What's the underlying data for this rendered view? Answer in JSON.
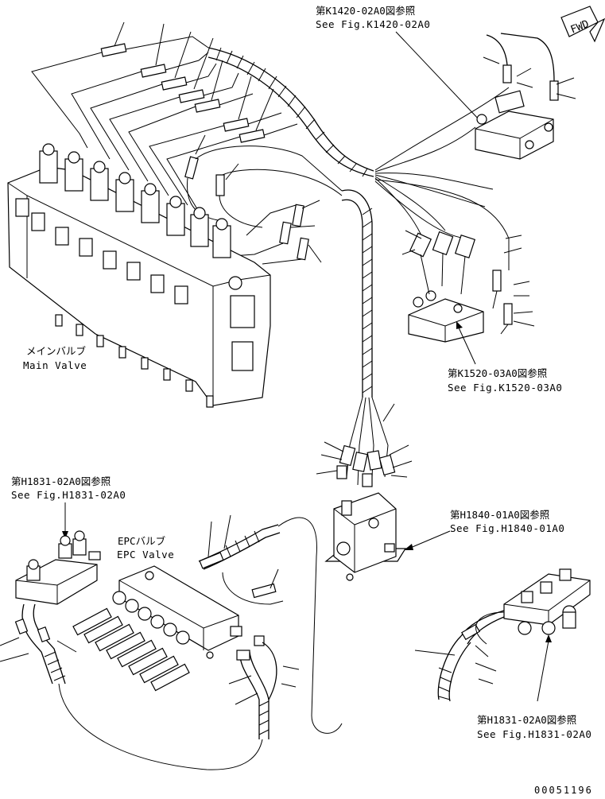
{
  "labels": {
    "ref_k1420": {
      "jp": "第K1420-02A0図参照",
      "en": "See Fig.K1420-02A0"
    },
    "ref_k1520": {
      "jp": "第K1520-03A0図参照",
      "en": "See Fig.K1520-03A0"
    },
    "ref_h1831_left": {
      "jp": "第H1831-02A0図参照",
      "en": "See Fig.H1831-02A0"
    },
    "ref_h1840": {
      "jp": "第H1840-01A0図参照",
      "en": "See Fig.H1840-01A0"
    },
    "ref_h1831_right": {
      "jp": "第H1831-02A0図参照",
      "en": "See Fig.H1831-02A0"
    },
    "main_valve": {
      "jp": "メインバルブ",
      "en": "Main Valve"
    },
    "epc_valve": {
      "jp": "EPCバルブ",
      "en": "EPC Valve"
    },
    "fwd": "FWD",
    "drawing_code": "00051196"
  }
}
